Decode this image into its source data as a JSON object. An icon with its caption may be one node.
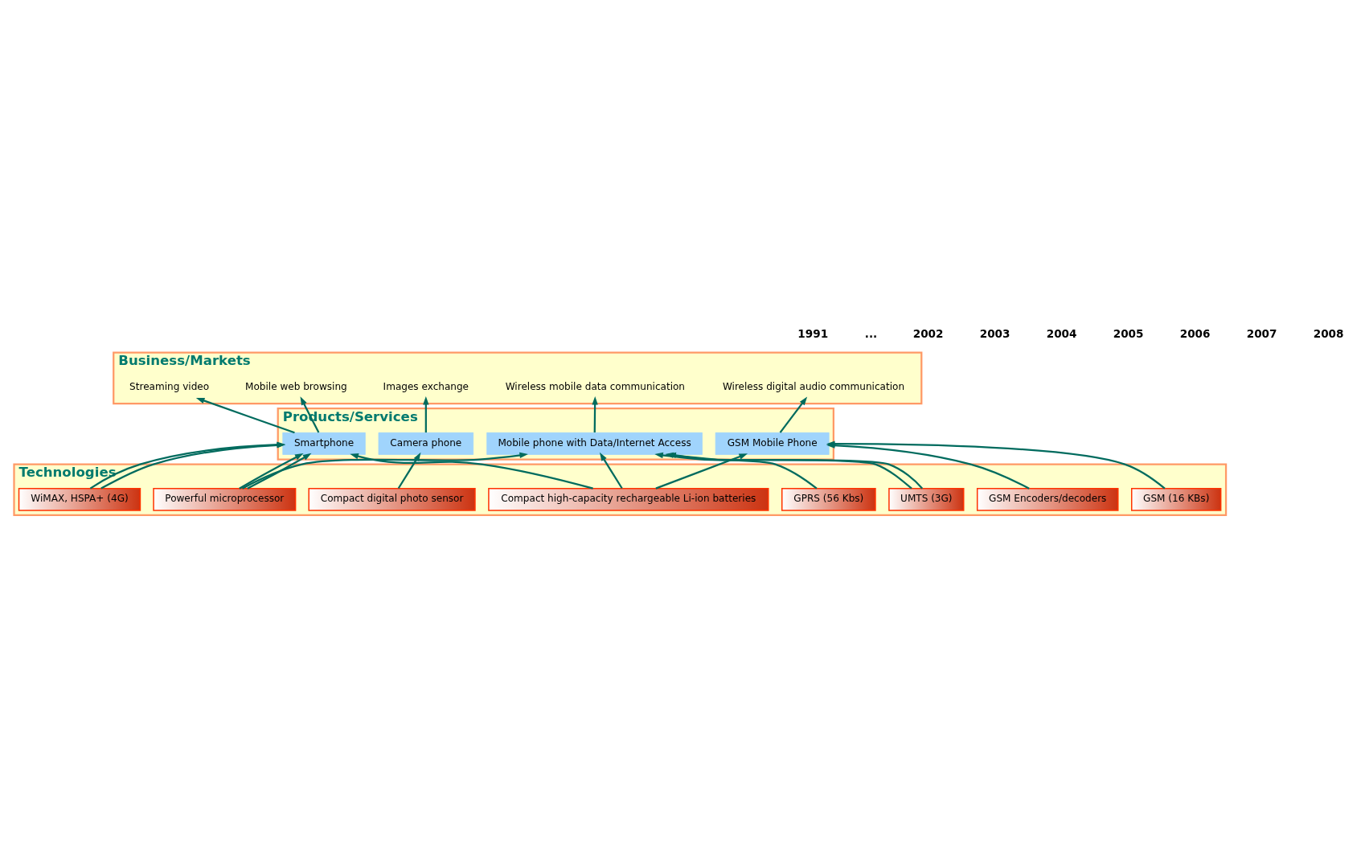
{
  "diagram": {
    "nodes": [
      {
        "text": [
          "Business/Markets"
        ]
      },
      {
        "text": [
          "Products/Services"
        ]
      },
      {
        "text": [
          "Technologies"
        ]
      },
      {
        "text": [
          "Wireless digital audio communication"
        ],
        "in": 0
      },
      {
        "text": [
          "Wireless mobile data communication"
        ],
        "in": 0
      },
      {
        "text": [
          "Images exchange"
        ],
        "in": 0
      },
      {
        "text": [
          "Mobile web browsing"
        ],
        "in": 0
      },
      {
        "text": [
          "Streaming video"
        ],
        "in": 0
      },
      {
        "text": [
          "Smartphone"
        ],
        "in": 1
      },
      {
        "text": [
          "Camera phone"
        ],
        "in": 1
      },
      {
        "text": [
          "GSM Mobile Phone"
        ],
        "in": 1
      },
      {
        "text": [
          "Mobile phone with Data/Internet Access"
        ],
        "in": 1
      },
      {
        "text": [
          "WiMAX, HSPA+ (4G)"
        ],
        "in": 2
      },
      {
        "text": [
          "GSM (16 KBs)"
        ],
        "in": 2
      },
      {
        "text": [
          "GPRS (56 Kbs)"
        ],
        "in": 2
      },
      {
        "text": [
          "UMTS (3G)"
        ],
        "in": 2
      },
      {
        "text": [
          "GSM Encoders/decoders"
        ],
        "in": 2
      },
      {
        "text": [
          "Powerful microprocessor"
        ],
        "in": 2
      },
      {
        "text": [
          "Compact high-capacity rechargeable Li-ion batteries"
        ],
        "in": 2
      },
      {
        "text": [
          "Compact digital photo sensor"
        ],
        "in": 2
      }
    ],
    "edges": [
      {
        "from": 10,
        "to": 3,
        "arrow": "to"
      },
      {
        "from": 11,
        "to": 4,
        "arrow": "to"
      },
      {
        "from": 9,
        "to": 5,
        "arrow": "to"
      },
      {
        "from": 8,
        "to": 6,
        "arrow": "to"
      },
      {
        "from": 8,
        "to": 7,
        "arrow": "to"
      },
      {
        "from": 17,
        "to": 8,
        "arrow": "to"
      },
      {
        "from": 12,
        "to": 8,
        "arrow": "to"
      },
      {
        "from": 17,
        "to": 8,
        "arrow": "to"
      },
      {
        "from": 18,
        "to": 8,
        "arrow": "to"
      },
      {
        "from": 12,
        "to": 8,
        "arrow": "to"
      },
      {
        "from": 19,
        "to": 9,
        "arrow": "to"
      },
      {
        "from": 13,
        "to": 10,
        "arrow": "to"
      },
      {
        "from": 16,
        "to": 10,
        "arrow": "to"
      },
      {
        "from": 18,
        "to": 10,
        "arrow": "to"
      },
      {
        "from": 18,
        "to": 11,
        "arrow": "to"
      },
      {
        "from": 14,
        "to": 11,
        "arrow": "to"
      },
      {
        "from": 17,
        "to": 11,
        "arrow": "to"
      },
      {
        "from": 15,
        "to": 11,
        "arrow": "to"
      },
      {
        "from": 15,
        "to": 11,
        "arrow": "to"
      }
    ],
    "labels": [
      "1991",
      "...",
      "2002",
      "2003",
      "2004",
      "2005",
      "2006",
      "2007",
      "2008"
    ]
  }
}
